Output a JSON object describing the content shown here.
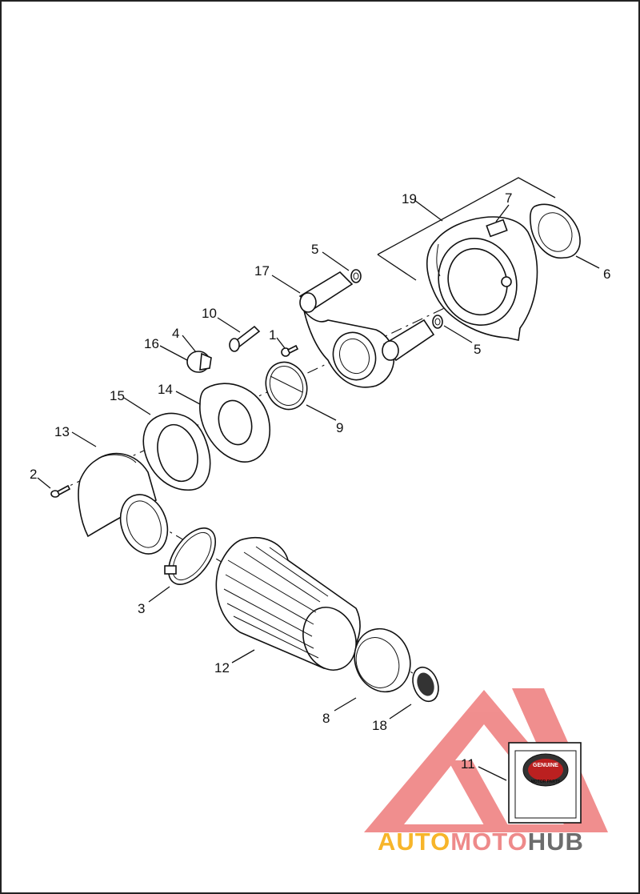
{
  "callouts": [
    {
      "id": "c19",
      "text": "19"
    },
    {
      "id": "c7",
      "text": "7"
    },
    {
      "id": "c5a",
      "text": "5"
    },
    {
      "id": "c6",
      "text": "6"
    },
    {
      "id": "c17",
      "text": "17"
    },
    {
      "id": "c10",
      "text": "10"
    },
    {
      "id": "c1",
      "text": "1"
    },
    {
      "id": "c4",
      "text": "4"
    },
    {
      "id": "c16",
      "text": "16"
    },
    {
      "id": "c5b",
      "text": "5"
    },
    {
      "id": "c14",
      "text": "14"
    },
    {
      "id": "c15",
      "text": "15"
    },
    {
      "id": "c9",
      "text": "9"
    },
    {
      "id": "c13",
      "text": "13"
    },
    {
      "id": "c2",
      "text": "2"
    },
    {
      "id": "c3",
      "text": "3"
    },
    {
      "id": "c12",
      "text": "12"
    },
    {
      "id": "c8",
      "text": "8"
    },
    {
      "id": "c18",
      "text": "18"
    },
    {
      "id": "c11",
      "text": "11"
    }
  ],
  "watermark": {
    "part1": "AUTO",
    "part2": "MOTO",
    "part3": "HUB"
  },
  "badge": {
    "line1": "GENUINE",
    "line2": "MOTOR PARTS"
  },
  "colors": {
    "watermark_red": "#ee7b7b",
    "watermark_orange": "#f7b52a",
    "watermark_gray": "#6d6d6d"
  }
}
